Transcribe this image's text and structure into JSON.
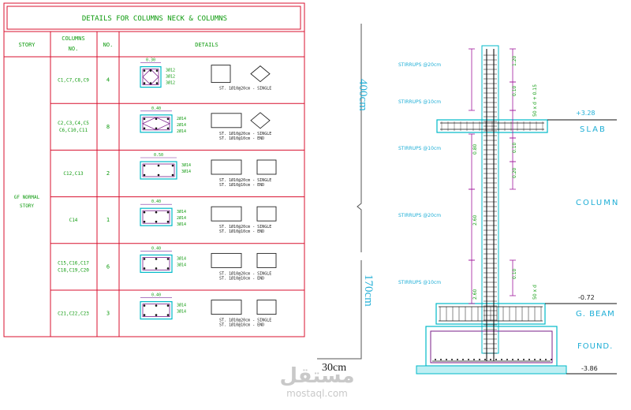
{
  "table": {
    "title": "DETAILS FOR COLUMNS NECK & COLUMNS",
    "headers": {
      "story": "STORY",
      "columns": "COLUMNS",
      "columns_no": "NO.",
      "no": "NO.",
      "details": "DETAILS"
    },
    "story_label_1": "GF NORMAL",
    "story_label_2": "STORY",
    "rows": [
      {
        "columns": "C1,C7,C8,C9",
        "columns2": "",
        "no": "4",
        "dims": "0.30",
        "bars1": "3Ø12",
        "bars2": "3Ø12",
        "bars3": "3Ø12",
        "st1": "ST. 1Ø10@20cm - SINGLE",
        "st2": ""
      },
      {
        "columns": "C2,C3,C4,C5",
        "columns2": "C6,C10,C11",
        "no": "8",
        "dims": "0.40",
        "bars1": "2Ø14",
        "bars2": "2Ø14",
        "bars3": "2Ø14",
        "st1": "ST. 1Ø10@20cm - SINGLE",
        "st2": "ST. 1Ø10@10cm - END"
      },
      {
        "columns": "C12,C13",
        "columns2": "",
        "no": "2",
        "dims": "0.50",
        "bars1": "3Ø14",
        "bars2": "3Ø14",
        "bars3": "",
        "st1": "ST. 1Ø10@20cm - SINGLE",
        "st2": "ST. 1Ø10@10cm - END"
      },
      {
        "columns": "C14",
        "columns2": "",
        "no": "1",
        "dims": "0.40",
        "bars1": "3Ø14",
        "bars2": "2Ø14",
        "bars3": "3Ø14",
        "st1": "ST. 1Ø10@20cm - SINGLE",
        "st2": "ST. 1Ø10@10cm - END"
      },
      {
        "columns": "C15,C16,C17",
        "columns2": "C18,C19,C20",
        "no": "6",
        "dims": "0.40",
        "bars1": "3Ø14",
        "bars2": "3Ø14",
        "bars3": "",
        "st1": "ST. 1Ø10@20cm - SINGLE",
        "st2": "ST. 1Ø10@10cm - END"
      },
      {
        "columns": "C21,C22,C23",
        "columns2": "",
        "no": "3",
        "dims": "0.40",
        "bars1": "3Ø14",
        "bars2": "3Ø14",
        "bars3": "",
        "st1": "ST. 1Ø10@20cm - SINGLE",
        "st2": "ST. 1Ø10@10cm - END"
      }
    ]
  },
  "elevation": {
    "height_top": "400cm",
    "height_bottom": "170cm",
    "width_label": "30cm",
    "stirrups": [
      "STIRRUPS @20cm",
      "STIRRUPS @10cm",
      "STIRRUPS @10cm",
      "STIRRUPS @20cm",
      "STIRRUPS @10cm"
    ],
    "level_slab": "+3.28",
    "level_gbeam": "-0.72",
    "level_found": "-3.86",
    "label_slab": "SLAB",
    "label_column": "COLUMN",
    "label_gbeam": "G. BEAM",
    "label_found": "FOUND.",
    "dims": {
      "d1": "1.20",
      "d2": "0.10",
      "d3": "50 x d + 0.15",
      "d4": "0.10",
      "d5": "0.20",
      "d6": "2.60",
      "d7": "0.80",
      "d8": "0.10",
      "d9": "50 x d",
      "d10": "2.60"
    }
  },
  "watermark": {
    "arabic": "مستقل",
    "latin": "mostaql.com"
  },
  "colors": {
    "frame": "#d8102f",
    "text_green": "#0f9b0f",
    "cyan": "#1eaed6",
    "steel": "#7a1f8a",
    "concrete": "#00b9c8",
    "dark": "#1c1c1c"
  }
}
